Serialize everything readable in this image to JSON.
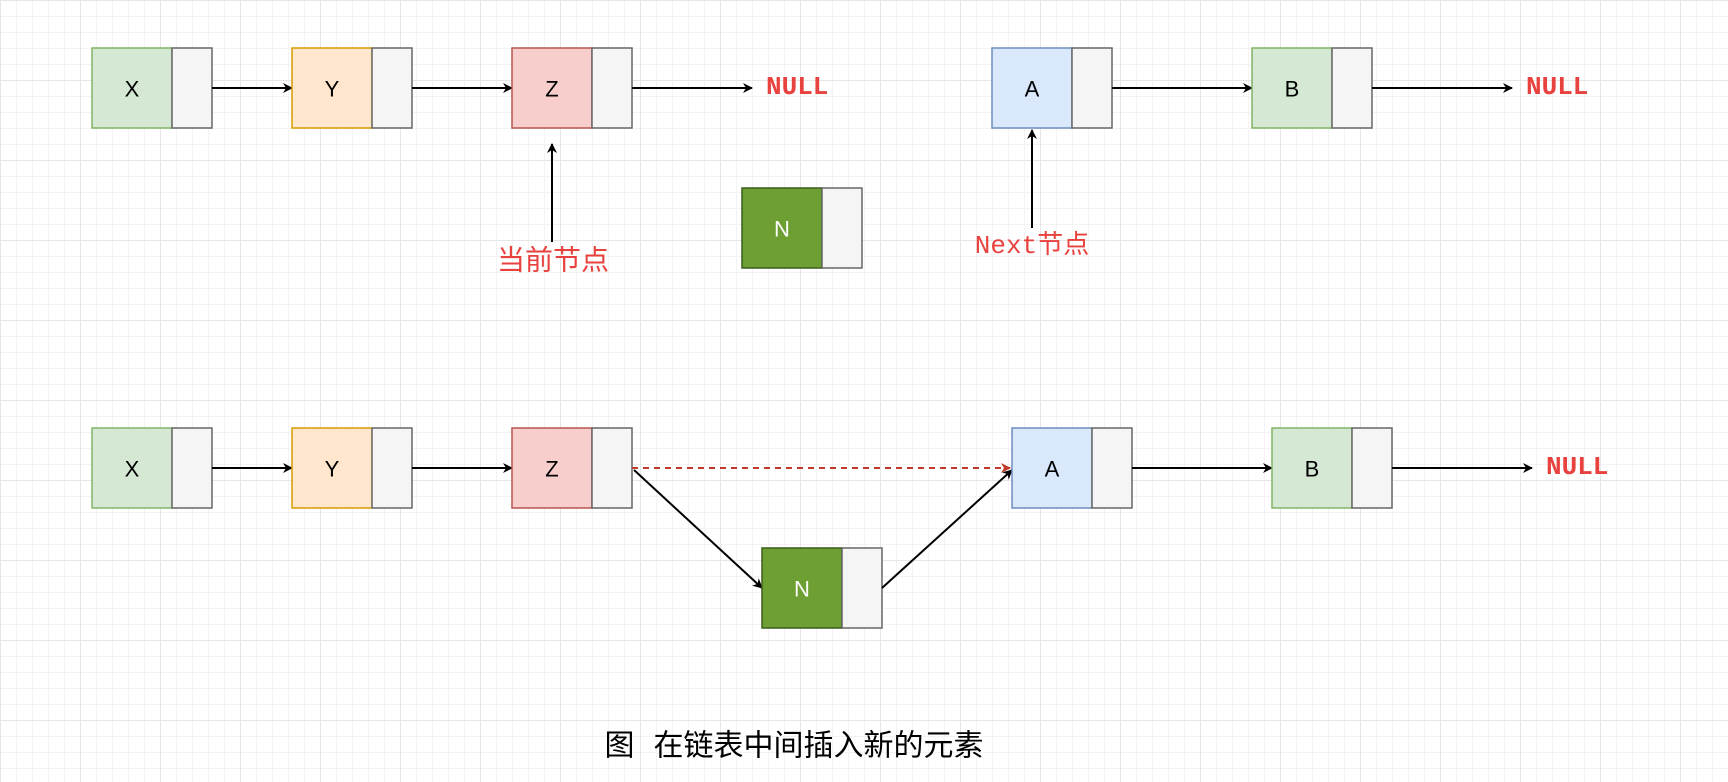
{
  "colors": {
    "green_fill": "#d5e8d4",
    "green_stroke": "#82b366",
    "orange_fill": "#ffe6cc",
    "orange_stroke": "#d79b00",
    "red_fill": "#f8cecc",
    "red_stroke": "#b85450",
    "blue_fill": "#dae8fc",
    "blue_stroke": "#6c8ebf",
    "new_fill": "#6d9f32",
    "new_stroke": "#3a5f1a",
    "pointer_fill": "#f5f5f5",
    "pointer_stroke": "#666666",
    "accent_red": "#e8423e",
    "dashed_red": "#c0392b"
  },
  "top": {
    "node_x": "X",
    "node_y": "Y",
    "node_z": "Z",
    "null_left": "NULL",
    "node_n": "N",
    "node_a": "A",
    "node_b": "B",
    "null_right": "NULL",
    "current_label": "当前节点",
    "next_label": "Next节点"
  },
  "bottom": {
    "node_x": "X",
    "node_y": "Y",
    "node_z": "Z",
    "node_n": "N",
    "node_a": "A",
    "node_b": "B",
    "null_label": "NULL"
  },
  "caption": "图  在链表中间插入新的元素"
}
